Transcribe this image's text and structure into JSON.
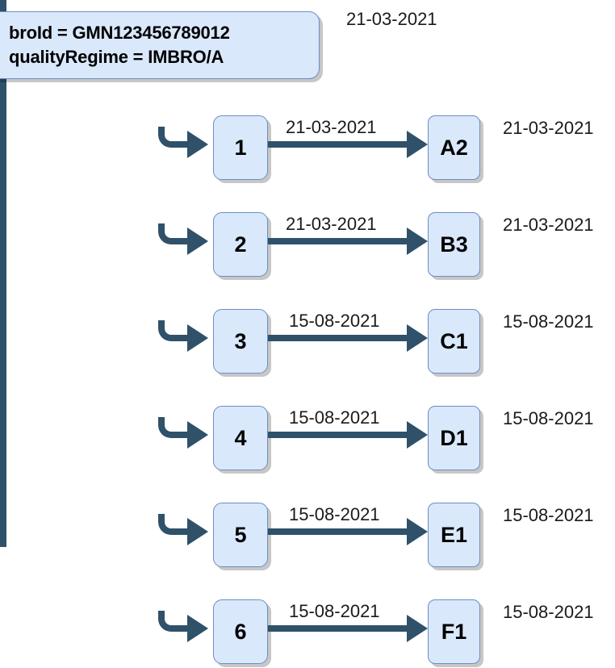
{
  "diagram": {
    "title_date": "21-03-2021",
    "root": {
      "line1": "broId = GMN123456789012",
      "line2": "qualityRegime = IMBRO/A"
    },
    "rows": [
      {
        "index_label": "1",
        "link_date": "21-03-2021",
        "event_label": "A2",
        "row_date": "21-03-2021"
      },
      {
        "index_label": "2",
        "link_date": "21-03-2021",
        "event_label": "B3",
        "row_date": "21-03-2021"
      },
      {
        "index_label": "3",
        "link_date": "15-08-2021",
        "event_label": "C1",
        "row_date": "15-08-2021"
      },
      {
        "index_label": "4",
        "link_date": "15-08-2021",
        "event_label": "D1",
        "row_date": "15-08-2021"
      },
      {
        "index_label": "5",
        "link_date": "15-08-2021",
        "event_label": "E1",
        "row_date": "15-08-2021"
      },
      {
        "index_label": "6",
        "link_date": "15-08-2021",
        "event_label": "F1",
        "row_date": "15-08-2021"
      }
    ],
    "colors": {
      "node_fill": "#dae8fc",
      "node_stroke": "#6c8ebf",
      "connector": "#2f5169",
      "text": "#000000",
      "background": "#ffffff"
    }
  }
}
